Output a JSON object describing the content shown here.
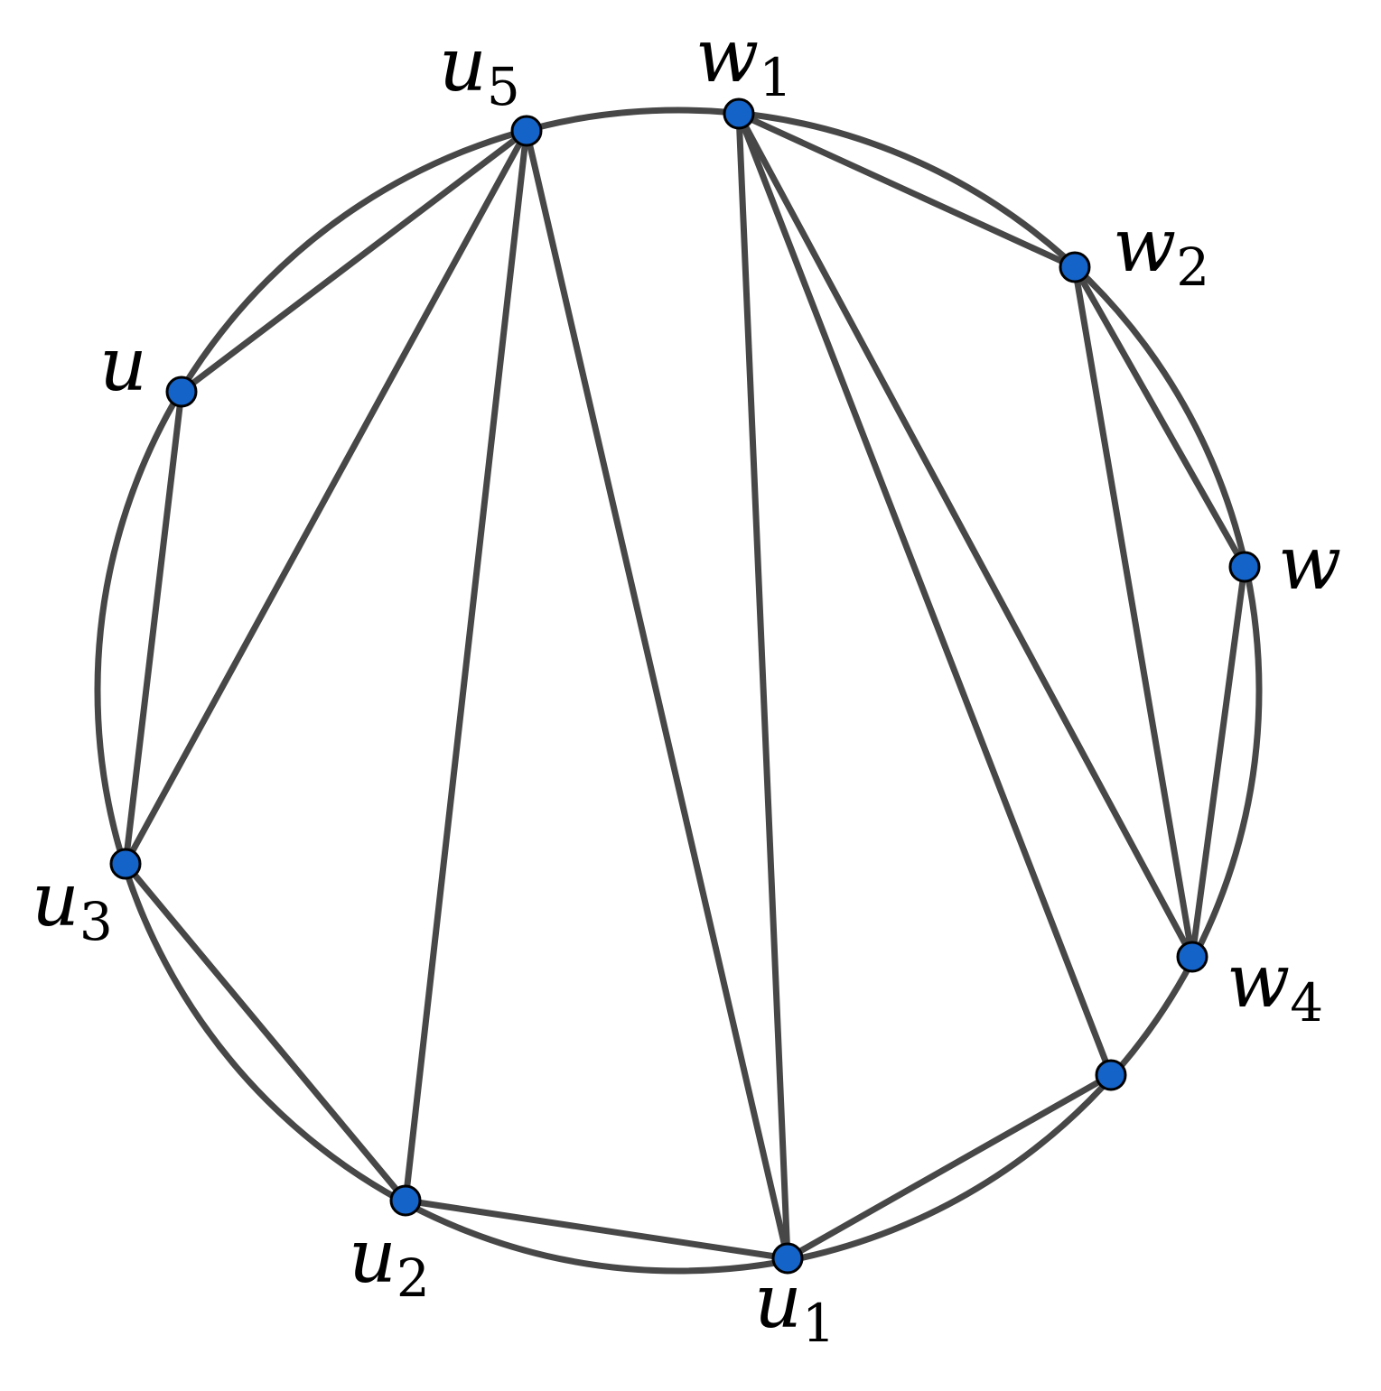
{
  "graph": {
    "vertices": [
      {
        "id": "u5",
        "label": "u",
        "sub": "5"
      },
      {
        "id": "w1",
        "label": "w",
        "sub": "1"
      },
      {
        "id": "w2",
        "label": "w",
        "sub": "2"
      },
      {
        "id": "w",
        "label": "w",
        "sub": ""
      },
      {
        "id": "w4",
        "label": "w",
        "sub": "4"
      },
      {
        "id": "v",
        "label": "",
        "sub": ""
      },
      {
        "id": "u1",
        "label": "u",
        "sub": "1"
      },
      {
        "id": "u2",
        "label": "u",
        "sub": "2"
      },
      {
        "id": "u3",
        "label": "u",
        "sub": "3"
      },
      {
        "id": "u",
        "label": "u",
        "sub": ""
      }
    ],
    "edges": [
      [
        "u5",
        "u"
      ],
      [
        "u5",
        "u3"
      ],
      [
        "u5",
        "u2"
      ],
      [
        "u5",
        "u1"
      ],
      [
        "u",
        "u3"
      ],
      [
        "u3",
        "u2"
      ],
      [
        "u2",
        "u1"
      ],
      [
        "u1",
        "w1"
      ],
      [
        "u1",
        "v"
      ],
      [
        "v",
        "w1"
      ],
      [
        "w1",
        "w2"
      ],
      [
        "w1",
        "w4"
      ],
      [
        "w2",
        "w4"
      ],
      [
        "w2",
        "w"
      ],
      [
        "w",
        "w4"
      ]
    ],
    "colors": {
      "vertex_fill": "#1463c8",
      "edge": "#474747"
    }
  }
}
